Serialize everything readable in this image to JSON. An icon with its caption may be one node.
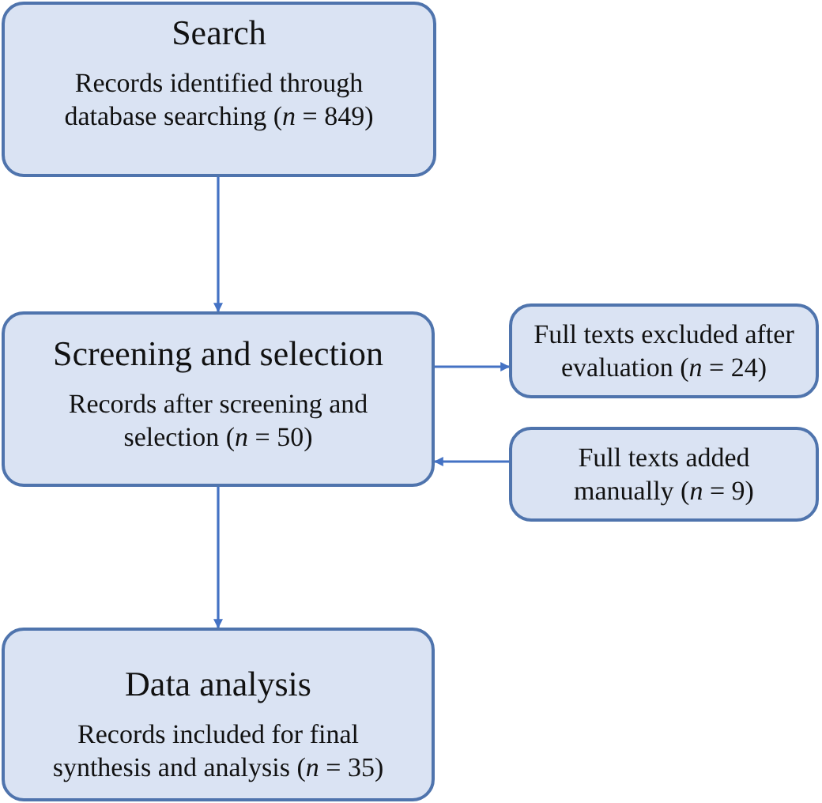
{
  "diagram": {
    "nodes": [
      {
        "text": [
          "Search",
          "Records identified through database searching (*n* = 849)"
        ]
      },
      {
        "text": [
          "Screening and selection",
          "Records after screening and selection (*n* = 50)"
        ]
      },
      {
        "text": [
          "Full texts excluded after evaluation (*n* = 24)"
        ]
      },
      {
        "text": [
          "Full texts added manually (*n* = 9)"
        ]
      },
      {
        "text": [
          "Data analysis",
          "Records included for final synthesis and analysis (*n* = 35)"
        ]
      }
    ],
    "edges": [
      {
        "from": 0,
        "to": 1,
        "arrow": "to"
      },
      {
        "from": 1,
        "to": 2,
        "arrow": "to"
      },
      {
        "from": 3,
        "to": 1,
        "arrow": "to"
      },
      {
        "from": 1,
        "to": 4,
        "arrow": "to"
      }
    ]
  }
}
